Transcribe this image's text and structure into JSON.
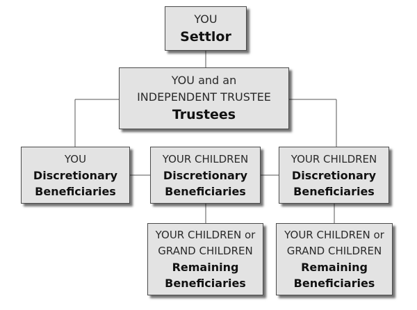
{
  "nodes": {
    "settlor": {
      "line1": "YOU",
      "role": "Settlor"
    },
    "trustees": {
      "line1": "YOU and an",
      "line2": "INDEPENDENT TRUSTEE",
      "role": "Trustees"
    },
    "you_discretionary": {
      "line1": "YOU",
      "role_line1": "Discretionary",
      "role_line2": "Beneficiaries"
    },
    "children_discretionary_1": {
      "line1": "YOUR CHILDREN",
      "role_line1": "Discretionary",
      "role_line2": "Beneficiaries"
    },
    "children_discretionary_2": {
      "line1": "YOUR CHILDREN",
      "role_line1": "Discretionary",
      "role_line2": "Beneficiaries"
    },
    "remaining_1": {
      "line1": "YOUR CHILDREN or",
      "line2": "GRAND CHILDREN",
      "role_line1": "Remaining",
      "role_line2": "Beneficiaries"
    },
    "remaining_2": {
      "line1": "YOUR CHILDREN or",
      "line2": "GRAND CHILDREN",
      "role_line1": "Remaining",
      "role_line2": "Beneficiaries"
    }
  },
  "colors": {
    "box_fill": "#e3e3e3",
    "box_border": "#4a4a4a",
    "connector": "#555555"
  }
}
